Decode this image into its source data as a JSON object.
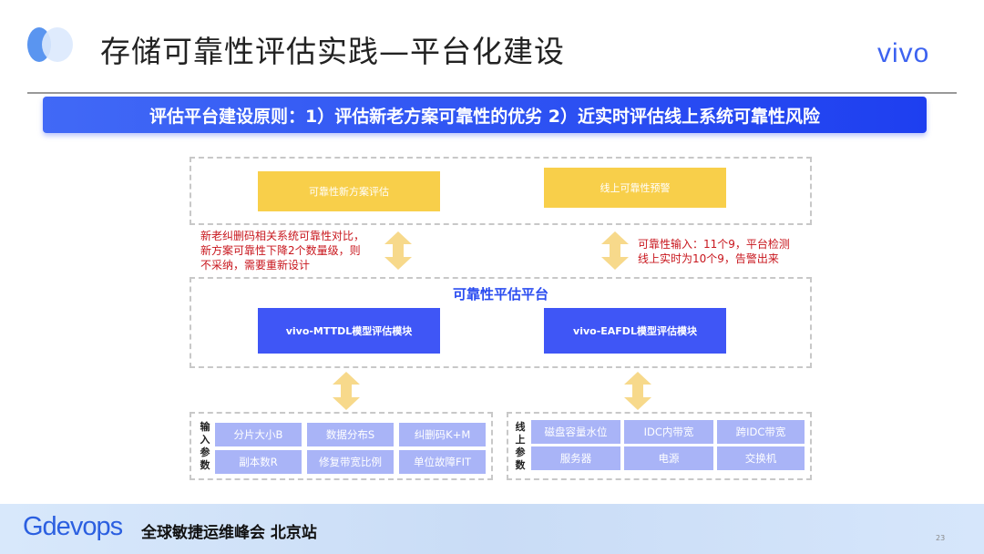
{
  "header": {
    "title": "存储可靠性评估实践—平台化建设",
    "brand": "vivo"
  },
  "banner": "评估平台建设原则：1）评估新老方案可靠性的优劣 2）近实时评估线上系统可靠性风险",
  "top": {
    "left_box": "可靠性新方案评估",
    "right_box": "线上可靠性预警"
  },
  "notes": {
    "left": [
      "新老纠删码相关系统可靠性对比，",
      "新方案可靠性下降2个数量级，则",
      "不采纳，需要重新设计"
    ],
    "right": [
      "可靠性输入：11个9，平台检测",
      "线上实时为10个9，告警出来"
    ]
  },
  "platform": {
    "title": "可靠性平估平台",
    "left_module": "vivo-MTTDL模型评估模块",
    "right_module": "vivo-EAFDL模型评估模块"
  },
  "input_params": {
    "label": [
      "输",
      "入",
      "参",
      "数"
    ],
    "cells": [
      "分片大小B",
      "数据分布S",
      "纠删码K+M",
      "副本数R",
      "修复带宽比例",
      "单位故障FIT"
    ]
  },
  "online_params": {
    "label": [
      "线",
      "上",
      "参",
      "数"
    ],
    "cells": [
      "磁盘容量水位",
      "IDC内带宽",
      "跨IDC带宽",
      "服务器",
      "电源",
      "交换机"
    ]
  },
  "footer": {
    "logo": "Gdevops",
    "conference": "全球敏捷运维峰会 北京站",
    "page": "23"
  },
  "colors": {
    "accent": "#3f56f6",
    "yellow": "#f8cf4a",
    "arrow": "#f7d98b",
    "note_red": "#c8161d",
    "param_cell": "#a9b4f7"
  }
}
